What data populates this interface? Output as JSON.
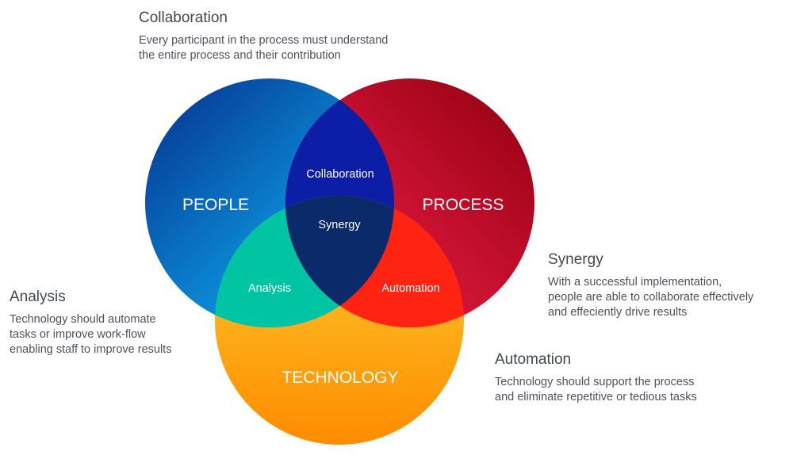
{
  "circles": {
    "people": {
      "label": "PEOPLE",
      "color_start": "#073c9c",
      "color_end": "#0a8ed8"
    },
    "process": {
      "label": "PROCESS",
      "color_start": "#e02040",
      "color_end": "#9a0010"
    },
    "technology": {
      "label": "TECHNOLOGY",
      "color_start": "#fcc524",
      "color_end": "#ff9000"
    }
  },
  "intersections": {
    "collaboration": {
      "label": "Collaboration",
      "color": "#0c1ea6",
      "text_color": "#1ea0ff"
    },
    "analysis": {
      "label": "Analysis",
      "color": "#00c4a2",
      "text_color": "#0b4a5a"
    },
    "automation": {
      "label": "Automation",
      "color": "#ff2412",
      "text_color": "#ffb040"
    },
    "synergy": {
      "label": "Synergy",
      "color": "#0b2a6a",
      "text_color": "#ffffff"
    }
  },
  "descriptions": {
    "collaboration": {
      "title": "Collaboration",
      "lines": [
        "Every participant in the process must understand",
        "the entire process and their contribution"
      ]
    },
    "synergy": {
      "title": "Synergy",
      "lines": [
        "With a successful implementation,",
        "people are able to collaborate effectively",
        "and effeciently drive results"
      ]
    },
    "analysis": {
      "title": "Analysis",
      "lines": [
        "Technology should automate",
        "tasks or improve work-flow",
        "enabling staff to improve results"
      ]
    },
    "automation": {
      "title": "Automation",
      "lines": [
        "Technology should support the process",
        "and eliminate repetitive or tedious tasks"
      ]
    }
  }
}
